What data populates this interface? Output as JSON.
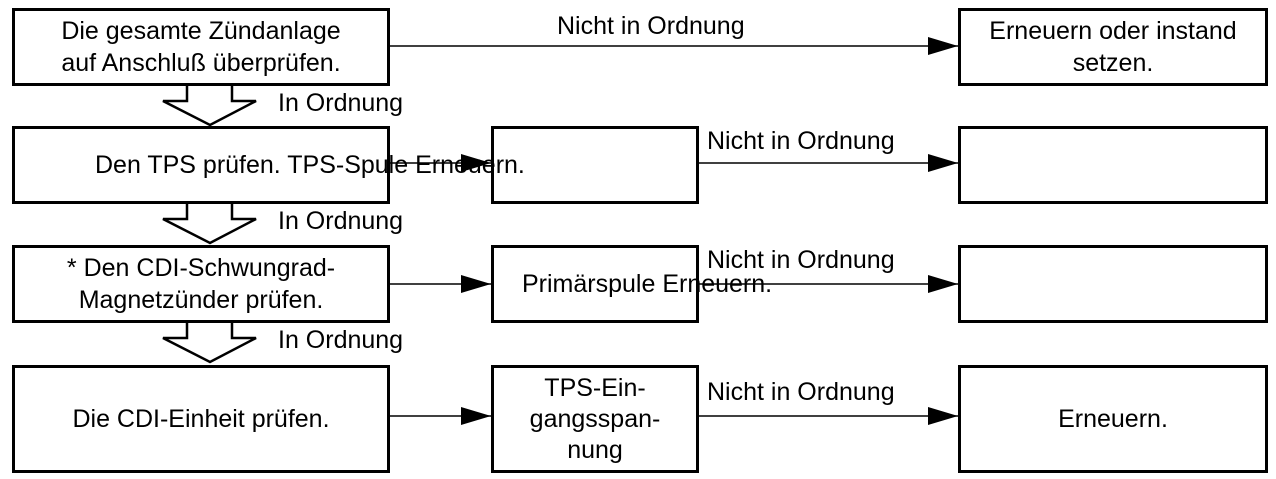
{
  "steps": {
    "s1": "Die gesamte Zündanlage\nauf Anschluß überprüfen.",
    "s2": "Den TPS prüfen. TPS-Spule Erneuern.",
    "s3": "* Den CDI-Schwungrad-\nMagnetzünder prüfen.",
    "s4": "Die CDI-Einheit prüfen."
  },
  "mid": {
    "m2": "",
    "m3": "Primärspule Erneuern.",
    "m4": "TPS-Ein-\ngangsspan-\nnung"
  },
  "results": {
    "r1": "Erneuern oder instand\nsetzen.",
    "r2": "",
    "r3": "",
    "r4": "Erneuern."
  },
  "labels": {
    "nok": "Nicht in Ordnung",
    "ok": "In Ordnung"
  },
  "colors": {
    "stroke": "#000000",
    "background": "#ffffff"
  }
}
